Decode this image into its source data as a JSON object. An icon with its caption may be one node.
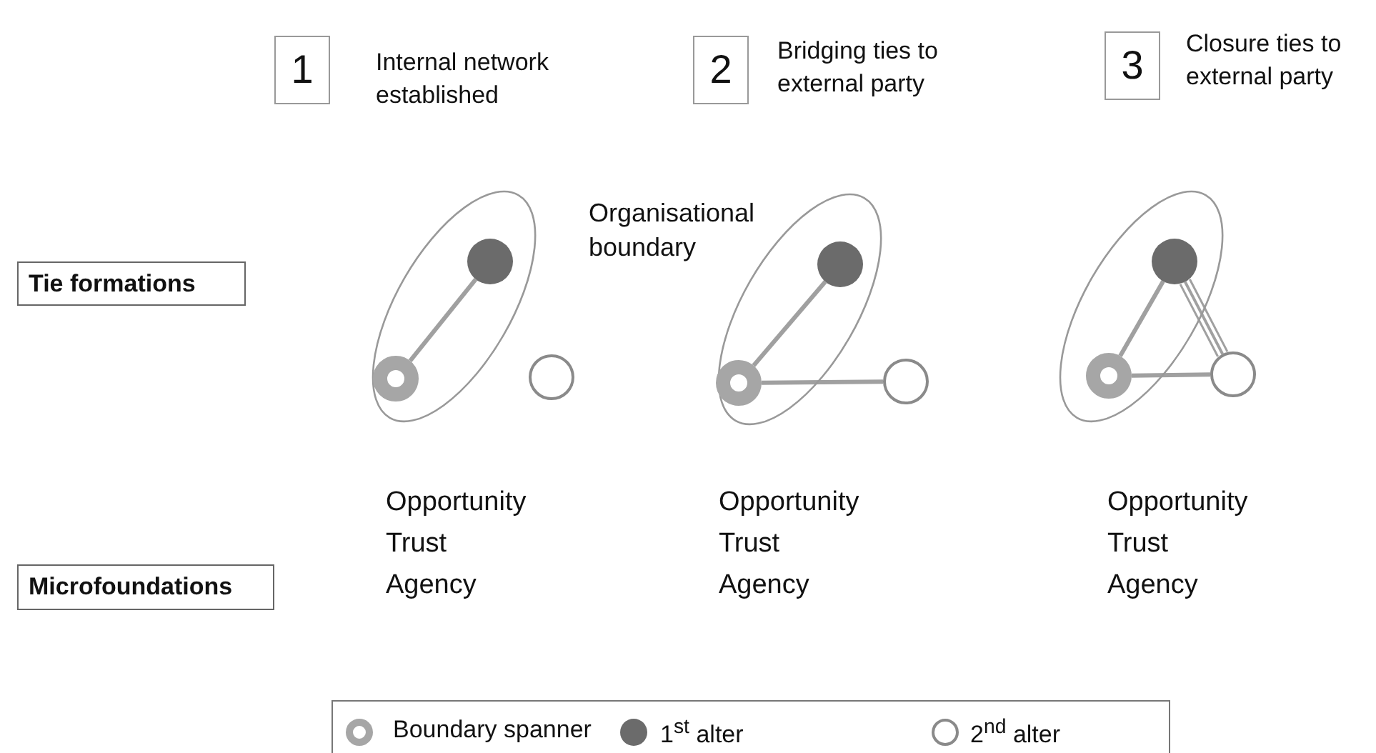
{
  "diagram": {
    "nodes": [
      {
        "text": [
          "1"
        ],
        "beside": [
          "Internal network established"
        ]
      },
      {
        "text": [
          "2"
        ],
        "beside": [
          "Bridging ties to external party"
        ]
      },
      {
        "text": [
          "3"
        ],
        "beside": [
          "Closure ties to external party"
        ]
      },
      {
        "text": [
          "Tie formations"
        ]
      },
      {
        "text": [
          "Microfoundations"
        ]
      },
      {
        "text": [
          "Organisational boundary"
        ]
      },
      {
        "text": [],
        "shape": "circle",
        "in": 5
      },
      {
        "text": [],
        "shape": "circle",
        "in": 5
      },
      {
        "text": [],
        "shape": "circle"
      },
      {
        "text": [],
        "shape": "ellipse"
      },
      {
        "text": [],
        "shape": "circle",
        "in": 9
      },
      {
        "text": [],
        "shape": "circle",
        "in": 9
      },
      {
        "text": [],
        "shape": "circle"
      },
      {
        "text": [],
        "shape": "ellipse"
      },
      {
        "text": [],
        "shape": "circle",
        "in": 13
      },
      {
        "text": [],
        "shape": "circle",
        "in": 13
      },
      {
        "text": [],
        "shape": "circle"
      }
    ],
    "edges": [
      {
        "from": 6,
        "to": 7,
        "arrow": "none"
      },
      {
        "from": 10,
        "to": 11,
        "arrow": "none"
      },
      {
        "from": 11,
        "to": 12,
        "arrow": "none"
      },
      {
        "from": 14,
        "to": 15,
        "arrow": "none"
      },
      {
        "from": 15,
        "to": 16,
        "arrow": "none"
      },
      {
        "from": 14,
        "to": 16,
        "arrow": "none",
        "style": "thick"
      }
    ],
    "labels": [
      "Opportunity",
      "Trust",
      "Agency",
      "Opportunity",
      "Trust",
      "Agency",
      "Opportunity",
      "Trust",
      "Agency"
    ],
    "legend": [
      {
        "text": "Boundary spanner"
      },
      {
        "text": "1$^{st}$ alter"
      },
      {
        "text": "2$^{nd}$ alter"
      }
    ]
  }
}
